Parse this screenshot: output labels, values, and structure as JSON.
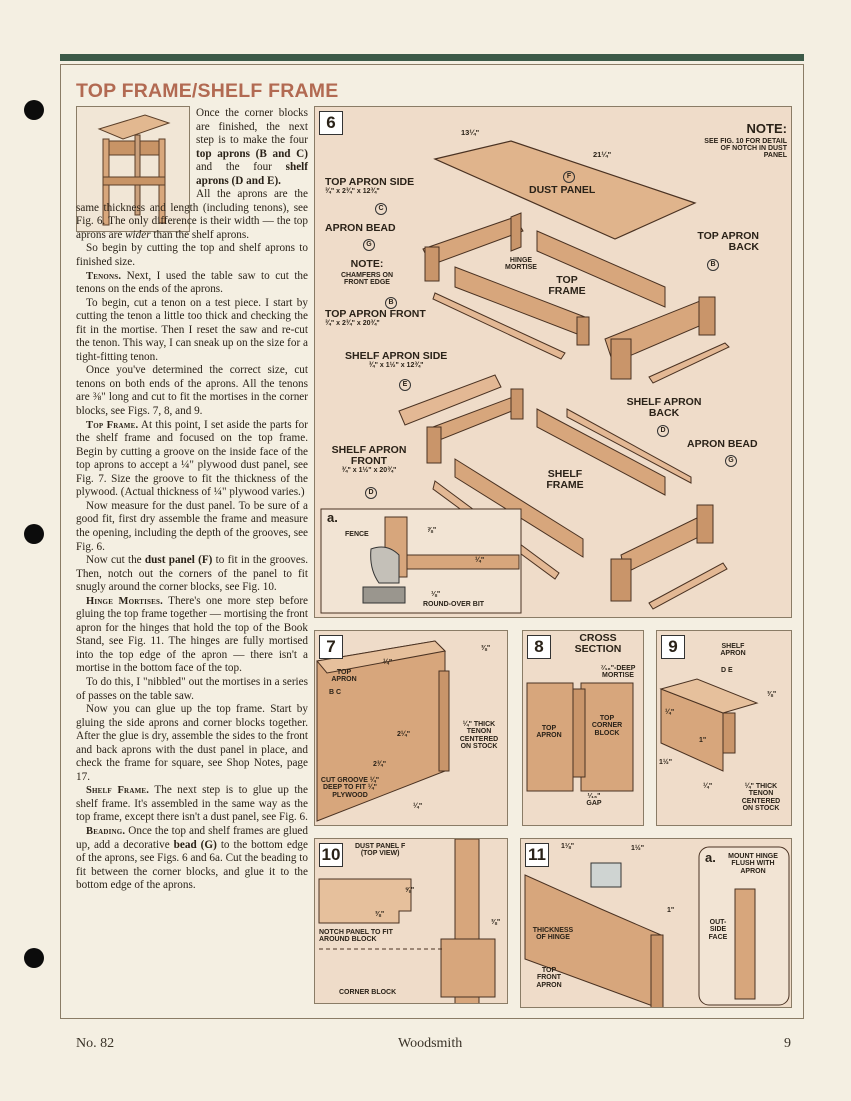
{
  "title": "TOP FRAME/SHELF FRAME",
  "body": {
    "p1_a": "Once the corner blocks are finished, the next step is to make the four ",
    "p1_b": "top aprons (B and C)",
    "p1_c": " and the four ",
    "p1_d": "shelf aprons (D and E).",
    "p2_a": "All the aprons are the same thickness and length (including tenons), see Fig. 6. The only difference is their width — the top aprons are ",
    "p2_b": "wider",
    "p2_c": " than the shelf aprons.",
    "p3": "So begin by cutting the top and shelf aprons to finished size.",
    "p4_h": "Tenons.",
    "p4": " Next, I used the table saw to cut the tenons on the ends of the aprons.",
    "p5": "To begin, cut a tenon on a test piece. I start by cutting the tenon a little too thick and checking the fit in the mortise. Then I reset the saw and re-cut the tenon. This way, I can sneak up on the size for a tight-fitting tenon.",
    "p6": "Once you've determined the correct size, cut tenons on both ends of the aprons. All the tenons are ⅜\" long and cut to fit the mortises in the corner blocks, see Figs. 7, 8, and 9.",
    "p7_h": "Top Frame.",
    "p7": " At this point, I set aside the parts for the shelf frame and focused on the top frame. Begin by cutting a groove on the inside face of the top aprons to accept a ¼\" plywood dust panel, see Fig. 7. Size the groove to fit the thickness of the plywood. (Actual thickness of ¼\" plywood varies.)",
    "p8": "Now measure for the dust panel. To be sure of a good fit, first dry assemble the frame and measure the opening, including the depth of the grooves, see Fig. 6.",
    "p9_a": "Now cut the ",
    "p9_b": "dust panel (F)",
    "p9_c": " to fit in the grooves. Then, notch out the corners of the panel to fit snugly around the corner blocks, see Fig. 10.",
    "p10_h": "Hinge Mortises.",
    "p10": " There's one more step before gluing the top frame together — mortising the front apron for the hinges that hold the top of the Book Stand, see Fig. 11. The hinges are fully mortised into the top edge of the apron — there isn't a mortise in the bottom face of the top.",
    "p11": "To do this, I \"nibbled\" out the mortises in a series of passes on the table saw.",
    "p12": "Now you can glue up the top frame. Start by gluing the side aprons and corner blocks together. After the glue is dry, assemble the sides to the front and back aprons with the dust panel in place, and check the frame for square, see Shop Notes, page 17.",
    "p13_h": "Shelf Frame.",
    "p13": " The next step is to glue up the shelf frame. It's assembled in the same way as the top frame, except there isn't a dust panel, see Fig. 6.",
    "p14_h": "Beading.",
    "p14_a": " Once the top and shelf frames are glued up, add a decorative ",
    "p14_b": "bead (G)",
    "p14_c": " to the bottom edge of the aprons, see Figs. 6 and 6a. Cut the beading to fit between the corner blocks, and glue it to the bottom edge of the aprons."
  },
  "fig6": {
    "num": "6",
    "note_title": "NOTE:",
    "note_text": "SEE FIG. 10 FOR DETAIL OF NOTCH IN DUST PANEL",
    "dim_13": "13¼\"",
    "dim_21": "21¼\"",
    "dust_panel": "DUST PANEL",
    "f": "F",
    "top_apron_side": "TOP APRON SIDE",
    "tas_dim": "¾\" x 2¾\" x 12¾\"",
    "c": "C",
    "apron_bead": "APRON BEAD",
    "g": "G",
    "note2_title": "NOTE:",
    "note2_text": "CHAMFERS ON FRONT EDGE",
    "hinge_mortise": "HINGE MORTISE",
    "top_frame": "TOP FRAME",
    "top_apron_back": "TOP APRON BACK",
    "b": "B",
    "top_apron_front": "TOP APRON FRONT",
    "taf_dim": "¾\" x 2¾\" x 20¾\"",
    "shelf_apron_side": "SHELF APRON SIDE",
    "sas_dim": "¾\" x 1½\" x 12¾\"",
    "e": "E",
    "shelf_apron_back": "SHELF APRON BACK",
    "d": "D",
    "apron_bead2": "APRON BEAD",
    "shelf_apron_front": "SHELF APRON FRONT",
    "saf_dim": "¾\" x 1½\" x 20¾\"",
    "shelf_frame": "SHELF FRAME",
    "sub_a": "a.",
    "fence": "FENCE",
    "dim_7_8": "⅞\"",
    "dim_1_4": "¼\"",
    "dim_1_8": "⅛\"",
    "roundover": "ROUND-OVER BIT"
  },
  "fig7": {
    "num": "7",
    "top_apron": "TOP APRON",
    "bc": "B C",
    "d14": "¼\"",
    "d38": "⅜\"",
    "d234": "2¾\"",
    "d214": "2¼\"",
    "tenon": "¼\" THICK TENON CENTERED ON STOCK",
    "groove": "CUT GROOVE ¼\" DEEP TO FIT ¼\" PLYWOOD",
    "d14b": "¼\""
  },
  "fig8": {
    "num": "8",
    "title": "CROSS SECTION",
    "mortise": "⁷⁄₁₆\"-DEEP MORTISE",
    "top_apron": "TOP APRON",
    "corner": "TOP CORNER BLOCK",
    "gap": "¹⁄₁₆\" GAP"
  },
  "fig9": {
    "num": "9",
    "shelf_apron": "SHELF APRON",
    "de": "D E",
    "d38": "⅜\"",
    "d14": "¼\"",
    "d1": "1\"",
    "d112": "1½\"",
    "d14b": "¼\"",
    "tenon": "¼\" THICK TENON CENTERED ON STOCK"
  },
  "fig10": {
    "num": "10",
    "dust": "DUST PANEL",
    "top_view": "(TOP VIEW)",
    "f": "F",
    "d58": "⅝\"",
    "d38": "⅜\"",
    "d38b": "⅜\"",
    "notch": "NOTCH PANEL TO FIT AROUND BLOCK",
    "corner": "CORNER BLOCK"
  },
  "fig11": {
    "num": "11",
    "d118": "1⅛\"",
    "d112": "1½\"",
    "d1": "1\"",
    "thickness": "THICKNESS OF HINGE",
    "front": "TOP FRONT APRON",
    "sub_a": "a.",
    "mount": "MOUNT HINGE FLUSH WITH APRON",
    "outside": "OUT-SIDE FACE"
  },
  "footer": {
    "left": "No. 82",
    "center": "Woodsmith",
    "right": "9"
  }
}
